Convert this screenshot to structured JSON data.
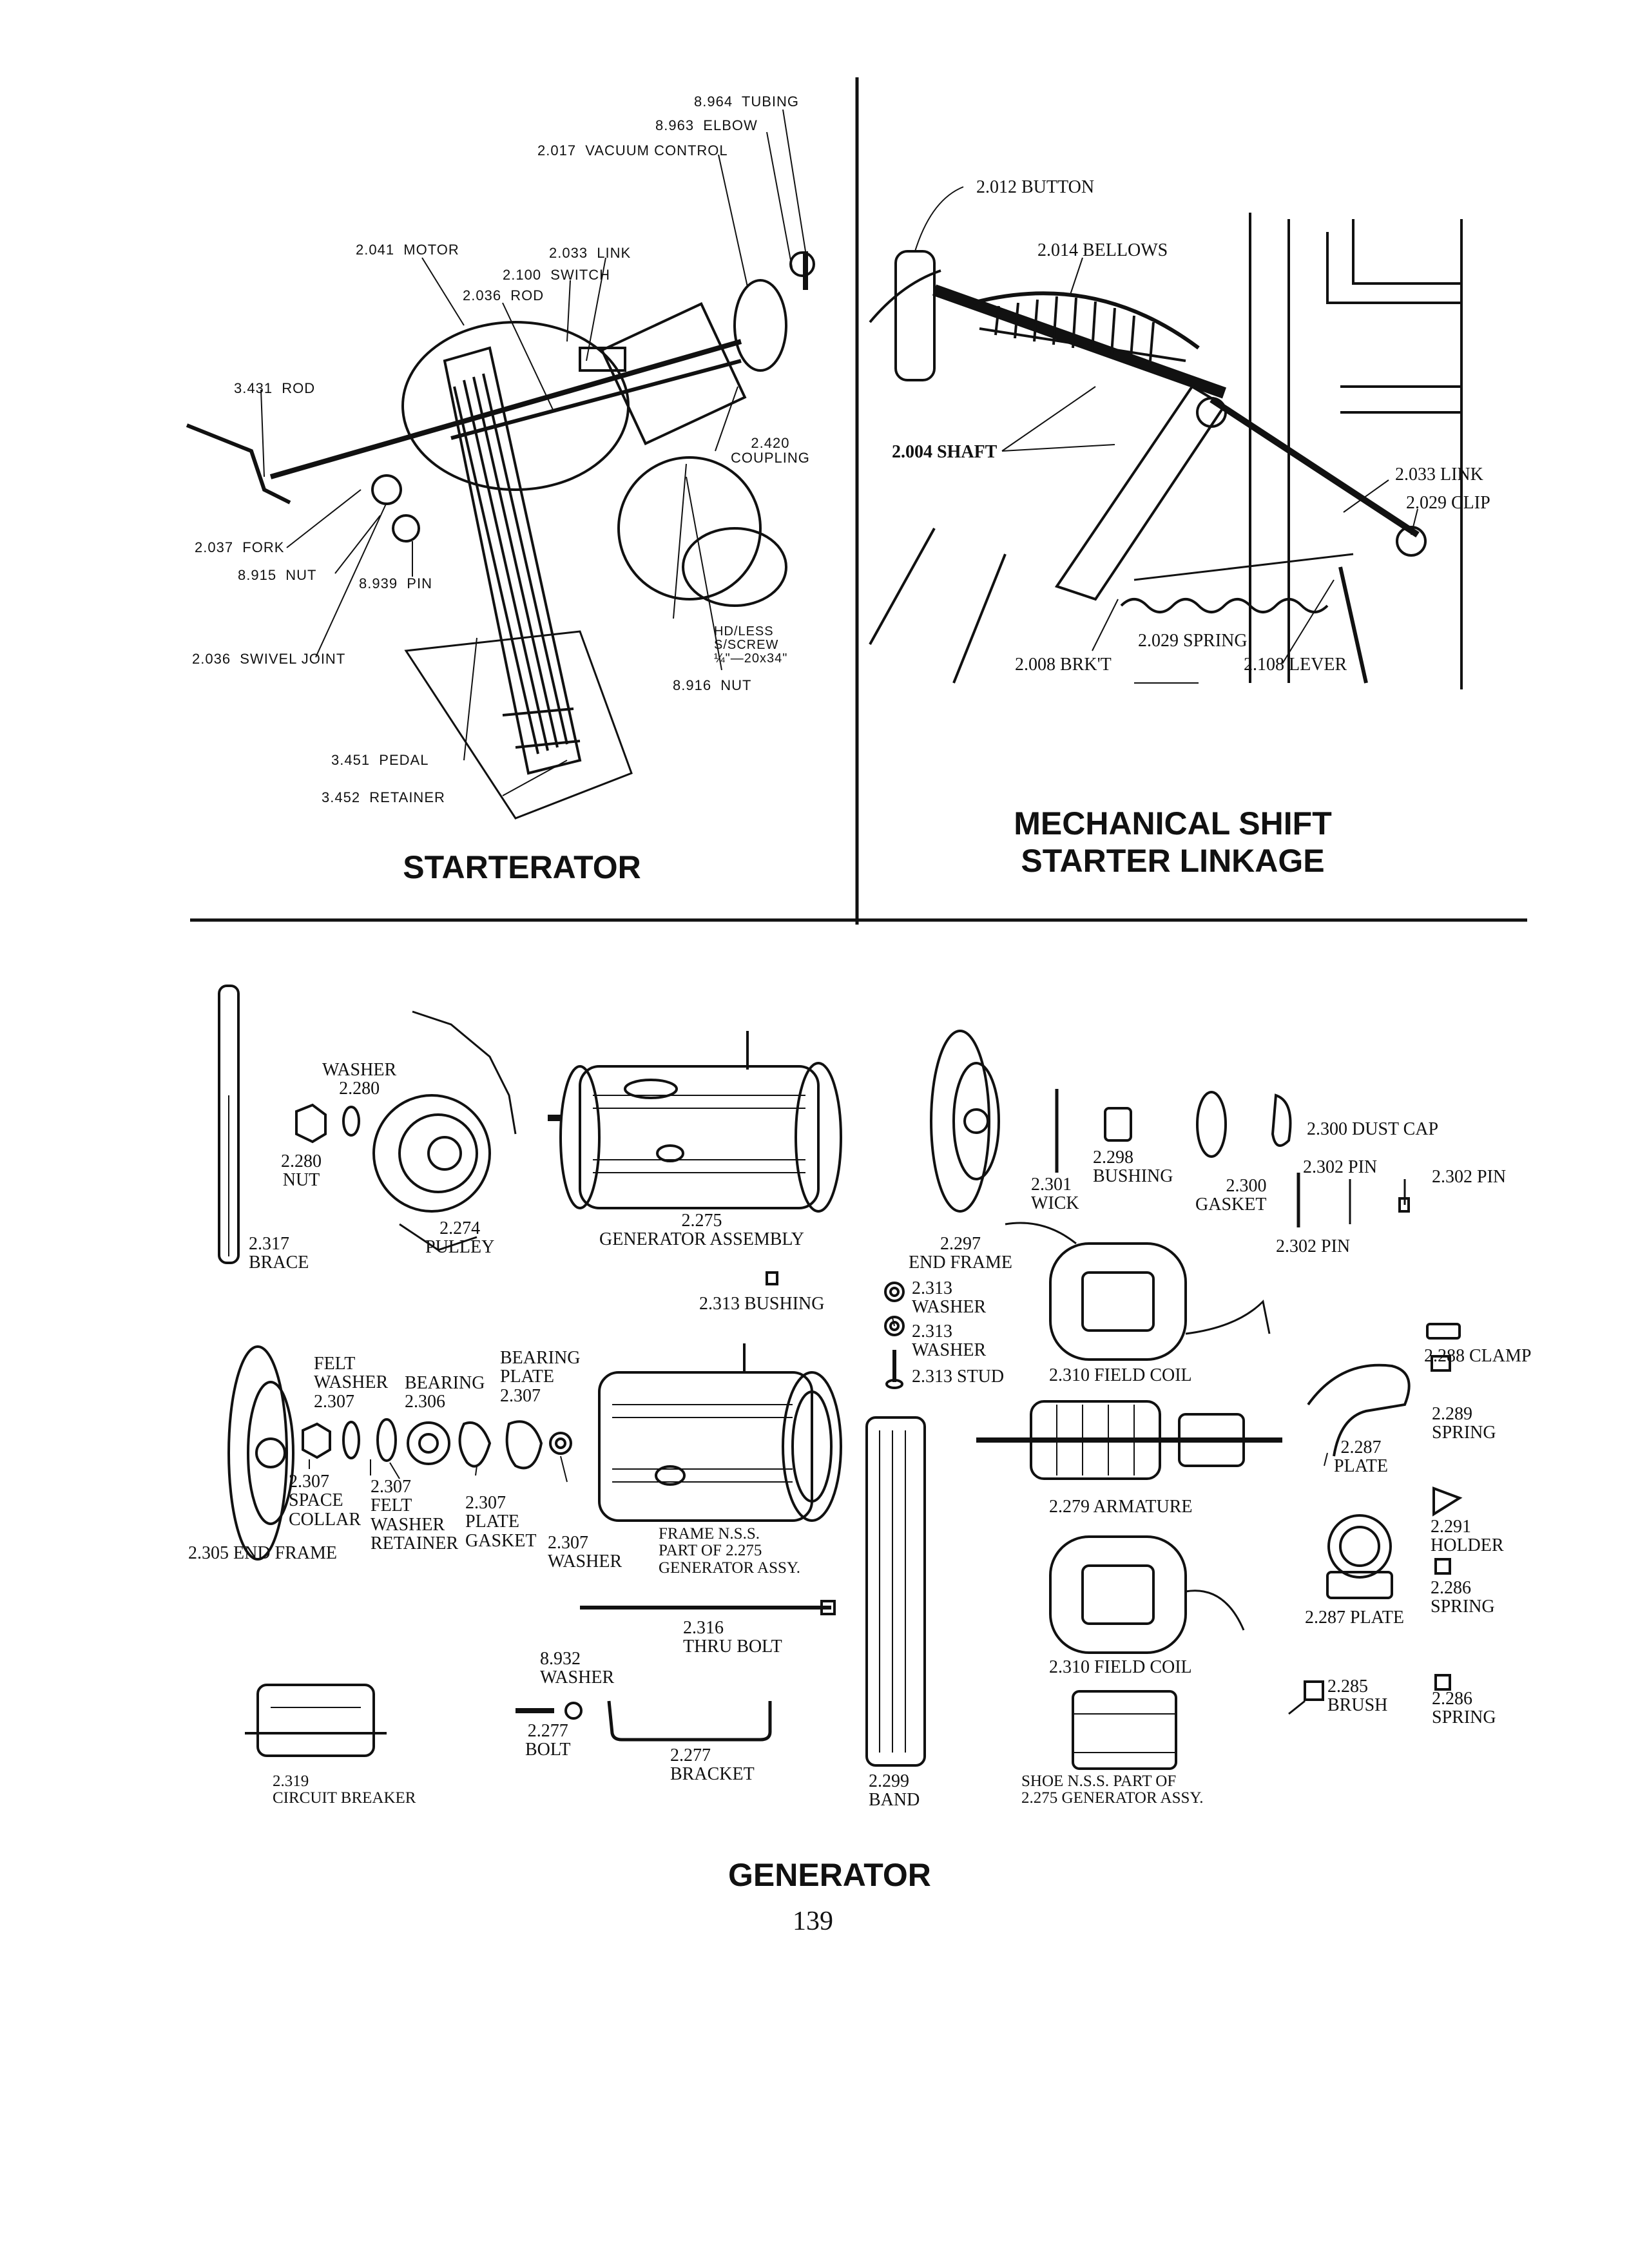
{
  "starterator": {
    "title": "STARTERATOR",
    "labels": {
      "tubing": "8.964  TUBING",
      "elbow": "8.963  ELBOW",
      "vacuum_control": "2.017  VACUUM CONTROL",
      "motor": "2.041  MOTOR",
      "link": "2.033  LINK",
      "switch": "2.100  SWITCH",
      "rod_2036": "2.036  ROD",
      "rod_3431": "3.431  ROD",
      "coupling": "2.420\nCOUPLING",
      "fork": "2.037  FORK",
      "nut_8915": "8.915  NUT",
      "pin_8939": "8.939  PIN",
      "swivel_joint": "2.036  SWIVEL JOINT",
      "hd_less": "HD/LESS\nS/SCREW\n¼\"—20x34\"",
      "nut_8916": "8.916  NUT",
      "pedal": "3.451  PEDAL",
      "retainer": "3.452  RETAINER"
    }
  },
  "mechanical_shift": {
    "title_line1": "MECHANICAL SHIFT",
    "title_line2": "STARTER LINKAGE",
    "labels": {
      "button": "2.012 BUTTON",
      "bellows": "2.014 BELLOWS",
      "shaft": "2.004 SHAFT",
      "link": "2.033 LINK",
      "clip": "2.029 CLIP",
      "spring": "2.029 SPRING",
      "brkt": "2.008 BRK'T",
      "lever": "2.108 LEVER"
    }
  },
  "generator": {
    "title": "GENERATOR",
    "labels": {
      "washer_2280": "WASHER\n2.280",
      "nut_2280": "2.280\nNUT",
      "pulley": "2.274\nPULLEY",
      "brace": "2.317\nBRACE",
      "gen_assembly": "2.275\nGENERATOR ASSEMBLY",
      "bushing_2313": "2.313 BUSHING",
      "end_frame_2297": "2.297\nEND FRAME",
      "washer_2313_a": "2.313\nWASHER",
      "washer_2313_b": "2.313\nWASHER",
      "stud_2313": "2.313 STUD",
      "wick": "2.301\nWICK",
      "bushing_2298": "2.298\nBUSHING",
      "gasket_2300": "2.300\nGASKET",
      "dust_cap": "2.300 DUST CAP",
      "pin_a": "2.302 PIN",
      "pin_b": "2.302 PIN",
      "pin_c": "2.302 PIN",
      "field_coil_top": "2.310 FIELD COIL",
      "clamp": "2.288 CLAMP",
      "spring_2289": "2.289\nSPRING",
      "plate_2287_top": "2.287\nPLATE",
      "armature": "2.279 ARMATURE",
      "holder": "2.291\nHOLDER",
      "spring_2286_a": "2.286\nSPRING",
      "plate_2287_bottom": "2.287 PLATE",
      "field_coil_bottom": "2.310 FIELD COIL",
      "brush": "2.285\nBRUSH",
      "spring_2286_b": "2.286\nSPRING",
      "shoe": "SHOE N.S.S. PART OF\n2.275 GENERATOR ASSY.",
      "felt_washer_top": "FELT\nWASHER\n2.307",
      "bearing_2306": "BEARING\n2.306",
      "bearing_plate": "BEARING\nPLATE\n2.307",
      "space_collar": "2.307\nSPACE\nCOLLAR",
      "felt_washer_ret": "2.307\nFELT\nWASHER\nRETAINER",
      "plate_gasket": "2.307\nPLATE\nGASKET",
      "washer_2307": "2.307\nWASHER",
      "end_frame_2305": "2.305 END FRAME",
      "frame_nss": "FRAME N.S.S.\nPART OF 2.275\nGENERATOR ASSY.",
      "thru_bolt": "2.316\nTHRU BOLT",
      "washer_8932": "8.932\nWASHER",
      "bolt_2277": "2.277\nBOLT",
      "bracket_2277": "2.277\nBRACKET",
      "band": "2.299\nBAND",
      "circuit_breaker": "2.319\nCIRCUIT BREAKER"
    }
  },
  "page_number": "139"
}
